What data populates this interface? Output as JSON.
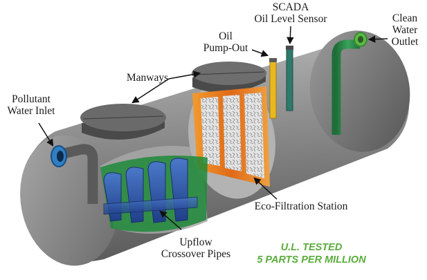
{
  "labels": {
    "scada_line1": "SCADA",
    "scada_line2": "Oil Level Sensor",
    "clean_line1": "Clean",
    "clean_line2": "Water",
    "clean_line3": "Outlet",
    "oil_line1": "Oil",
    "oil_line2": "Pump-Out",
    "manways": "Manways",
    "pollutant_line1": "Pollutant",
    "pollutant_line2": "Water Inlet",
    "eco": "Eco-Filtration Station",
    "upflow_line1": "Upflow",
    "upflow_line2": "Crossover Pipes"
  },
  "badge": {
    "line1": "U.L. TESTED",
    "line2": "5 PARTS PER MILLION",
    "color": "#5aac3c"
  },
  "colors": {
    "tank_body": "#8a8a8a",
    "filter_frame": "#e8781e",
    "crossover_pipes": "#2d57a8",
    "baffle": "#1e8a3a",
    "outlet_pipe": "#2e8a4a",
    "inlet_ring": "#2f7fc4",
    "outlet_ring": "#5cb848",
    "oil_pumpout": "#e8b820",
    "scada_sensor": "#2f7a6a"
  }
}
